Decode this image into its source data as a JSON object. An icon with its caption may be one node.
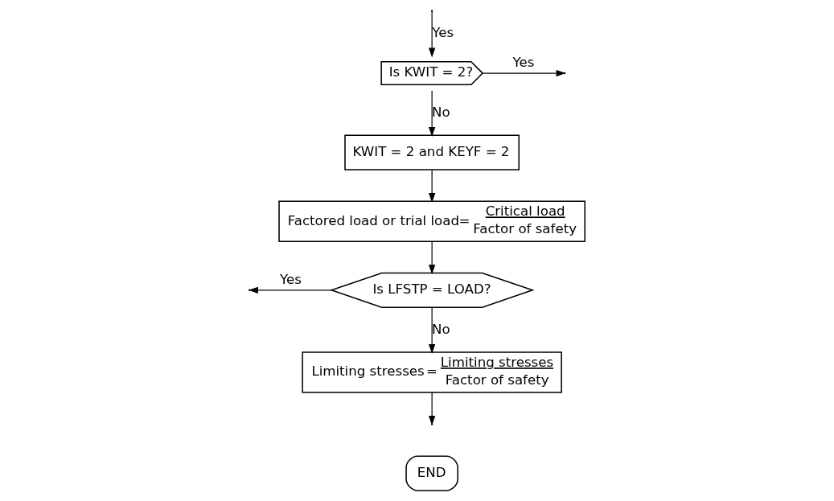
{
  "diagram": {
    "nodes": [
      {
        "text": [
          "Is KWIT = 2?"
        ]
      },
      {
        "text": [
          "KWIT = 2 and KEYF = 2"
        ]
      },
      {
        "text": [
          "Factored load or trial load",
          "=",
          "Critical load",
          "Factor of safety"
        ]
      },
      {
        "text": [
          "Is LFSTP = LOAD?"
        ]
      },
      {
        "text": [
          "Limiting stresses",
          "=",
          "Limiting stresses",
          "Factor of safety"
        ]
      },
      {
        "text": [
          "END"
        ]
      }
    ],
    "edges": [
      {
        "from": 0,
        "to": null,
        "arrow": "to",
        "label": "Yes"
      },
      {
        "from": null,
        "to": 0,
        "arrow": "to",
        "label": "Yes"
      },
      {
        "from": 0,
        "to": 1,
        "arrow": "to",
        "label": "No"
      },
      {
        "from": 1,
        "to": 2,
        "arrow": "to"
      },
      {
        "from": 2,
        "to": 3,
        "arrow": "to"
      },
      {
        "from": 3,
        "to": null,
        "arrow": "to",
        "label": "Yes"
      },
      {
        "from": 3,
        "to": 4,
        "arrow": "to",
        "label": "No"
      },
      {
        "from": 4,
        "to": null,
        "arrow": "to"
      }
    ]
  }
}
